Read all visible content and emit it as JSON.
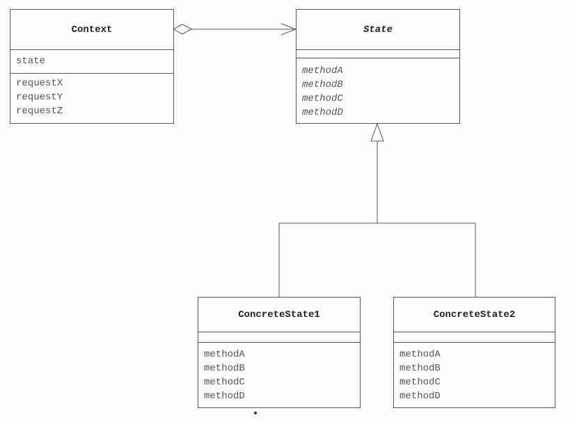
{
  "classes": {
    "context": {
      "name": "Context",
      "attributes": [
        "state"
      ],
      "methods": [
        "requestX",
        "requestY",
        "requestZ"
      ]
    },
    "state": {
      "name": "State",
      "attributes": [],
      "methods": [
        "methodA",
        "methodB",
        "methodC",
        "methodD"
      ]
    },
    "concrete1": {
      "name": "ConcreteState1",
      "attributes": [],
      "methods": [
        "methodA",
        "methodB",
        "methodC",
        "methodD"
      ]
    },
    "concrete2": {
      "name": "ConcreteState2",
      "attributes": [],
      "methods": [
        "methodA",
        "methodB",
        "methodC",
        "methodD"
      ]
    }
  },
  "relations": [
    {
      "type": "aggregation",
      "from": "Context",
      "to": "State"
    },
    {
      "type": "generalization",
      "from": "ConcreteState1",
      "to": "State"
    },
    {
      "type": "generalization",
      "from": "ConcreteState2",
      "to": "State"
    }
  ],
  "colors": {
    "line": "#555555",
    "background": "#fdfdfb"
  }
}
